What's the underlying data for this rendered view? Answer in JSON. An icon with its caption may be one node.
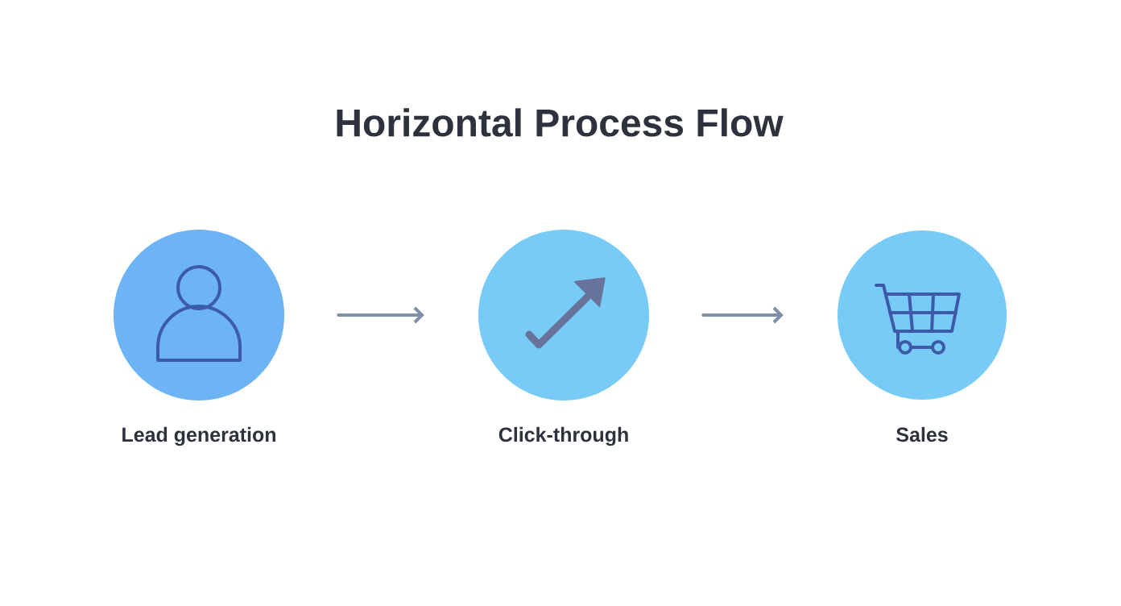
{
  "diagram": {
    "title": "Horizontal Process Flow",
    "nodes": [
      {
        "text": [
          "Lead generation"
        ]
      },
      {
        "text": [
          "Click-through"
        ]
      },
      {
        "text": [
          "Sales"
        ]
      }
    ],
    "edges": [
      {
        "from": 0,
        "to": 1,
        "arrow": "to"
      },
      {
        "from": 1,
        "to": 2,
        "arrow": "to"
      }
    ]
  }
}
